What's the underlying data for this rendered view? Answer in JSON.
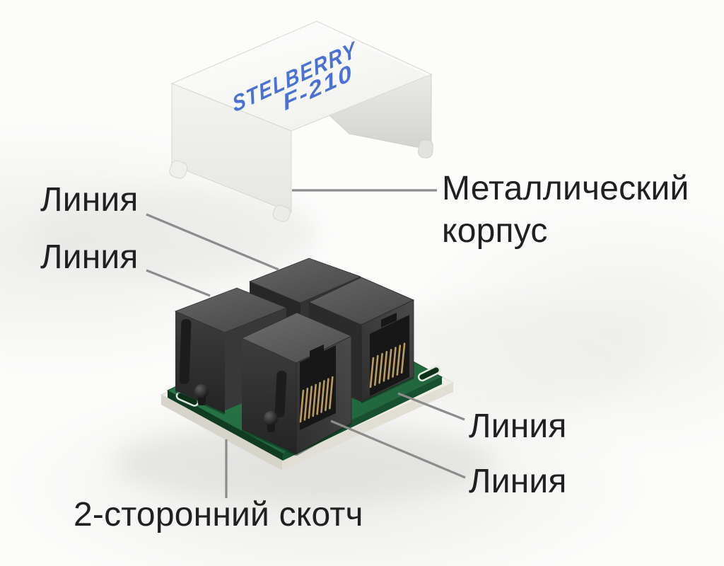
{
  "device": {
    "brand": "STELBERRY",
    "model": "F-210"
  },
  "labels": {
    "metal_case": "Металлический корпус",
    "line_1": "Линия",
    "line_2": "Линия",
    "line_right_1": "Линия",
    "line_right_2": "Линия",
    "tape": "2-сторонний скотч"
  },
  "colors": {
    "brand_blue": "#4a72d4",
    "label_text": "#202020",
    "leader_line": "#8c8c8c",
    "pcb_green": "#2b7a4b",
    "jack_gray": "#3a3a3a",
    "gold_pins": "#bb9c5e",
    "tape_white": "#efede6",
    "cover_white": "#f7f7f5"
  }
}
